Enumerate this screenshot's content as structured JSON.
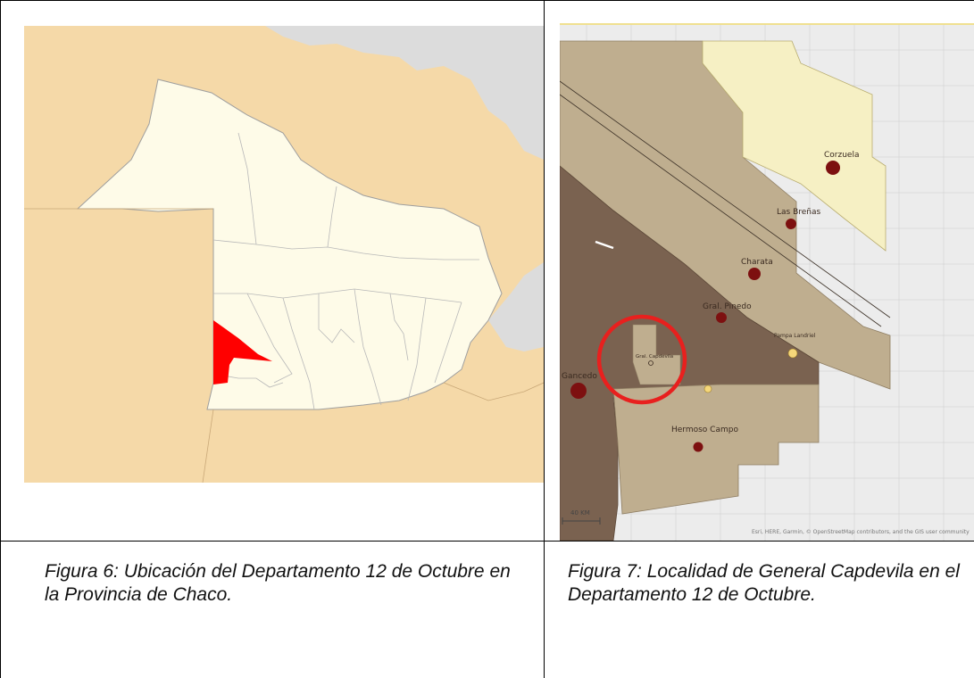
{
  "figures": [
    {
      "caption": "Figura 6: Ubicación del Departamento 12 de Octubre en la Provincia de Chaco.",
      "colors": {
        "neighbor": "#f5d9a8",
        "province": "#fefbe8",
        "outside": "#dcdcdc",
        "highlight": "#ff0000",
        "border": "#9e9e9e"
      }
    },
    {
      "caption": "Figura 7: Localidad de General Capdevila en el Departamento 12 de Octubre.",
      "localities": {
        "corzuela": "Corzuela",
        "las_brenas": "Las Breñas",
        "charata": "Charata",
        "gral_pinedo": "Gral. Pinedo",
        "pampa_landriel": "Pampa Landriel",
        "gral_capdevila": "Gral. Capdevila",
        "gancedo": "Gancedo",
        "hermoso_campo": "Hermoso Campo"
      },
      "scale": "40 KM",
      "attribution": "Esri, HERE, Garmin, © OpenStreetMap contributors, and the GIS user community",
      "colors": {
        "dept_dark": "#7a6250",
        "dept_mid": "#bfae8f",
        "dept_light": "#f6f0c4",
        "city_dot": "#7d1010",
        "town_dot": "#f5d77a",
        "circle": "#e8201e",
        "basemap": "#ececec"
      }
    }
  ]
}
